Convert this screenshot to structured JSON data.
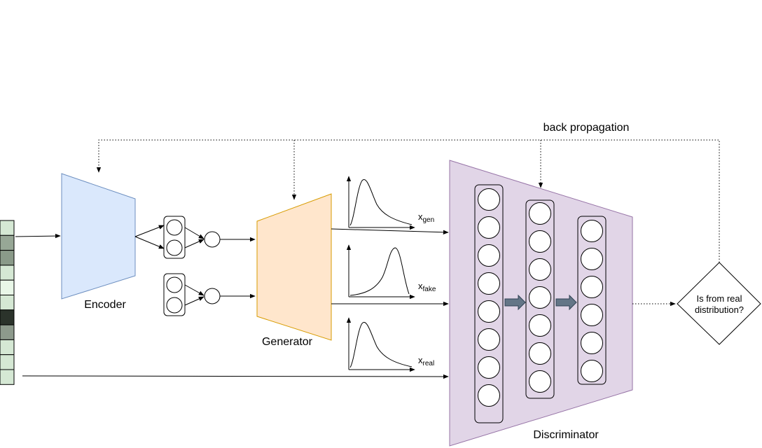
{
  "labels": {
    "encoder": "Encoder",
    "generator": "Generator",
    "discriminator": "Discriminator",
    "back_propagation": "back propagation",
    "decision_line1": "Is from real",
    "decision_line2": "distribution?"
  },
  "distributions": {
    "gen": {
      "base": "x",
      "sub": "gen"
    },
    "fake": {
      "base": "x",
      "sub": "fake"
    },
    "real": {
      "base": "x",
      "sub": "real"
    }
  },
  "colors": {
    "encoder_fill": "#dae8fc",
    "encoder_stroke": "#6c8ebf",
    "generator_fill": "#ffe6cc",
    "generator_stroke": "#d79b00",
    "discriminator_fill": "#e1d5e7",
    "discriminator_stroke": "#9673a6",
    "arrow_block": "#647687",
    "input_cells": [
      "#d5e8d4",
      "#97a796",
      "#8a9a89",
      "#d5e8d4",
      "#e9f7e8",
      "#d5e8d4",
      "#2b332b",
      "#8d9a8c",
      "#d5e8d4",
      "#d5e8d4",
      "#d5e8d4"
    ]
  }
}
